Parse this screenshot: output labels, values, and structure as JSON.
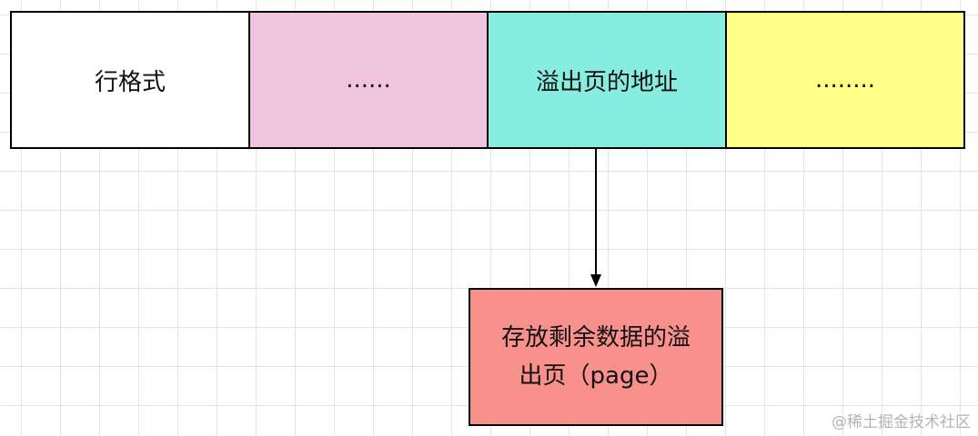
{
  "row": {
    "cells": [
      {
        "label": "行格式",
        "color": "#ffffff"
      },
      {
        "label": "......",
        "color": "#f0c4df"
      },
      {
        "label": "溢出页的地址",
        "color": "#86ede0"
      },
      {
        "label": "........",
        "color": "#fdff86"
      }
    ]
  },
  "overflow_page": {
    "line1": "存放剩余数据的溢",
    "line2": "出页（page）",
    "color": "#f8918c"
  },
  "watermark": "@稀土掘金技术社区"
}
